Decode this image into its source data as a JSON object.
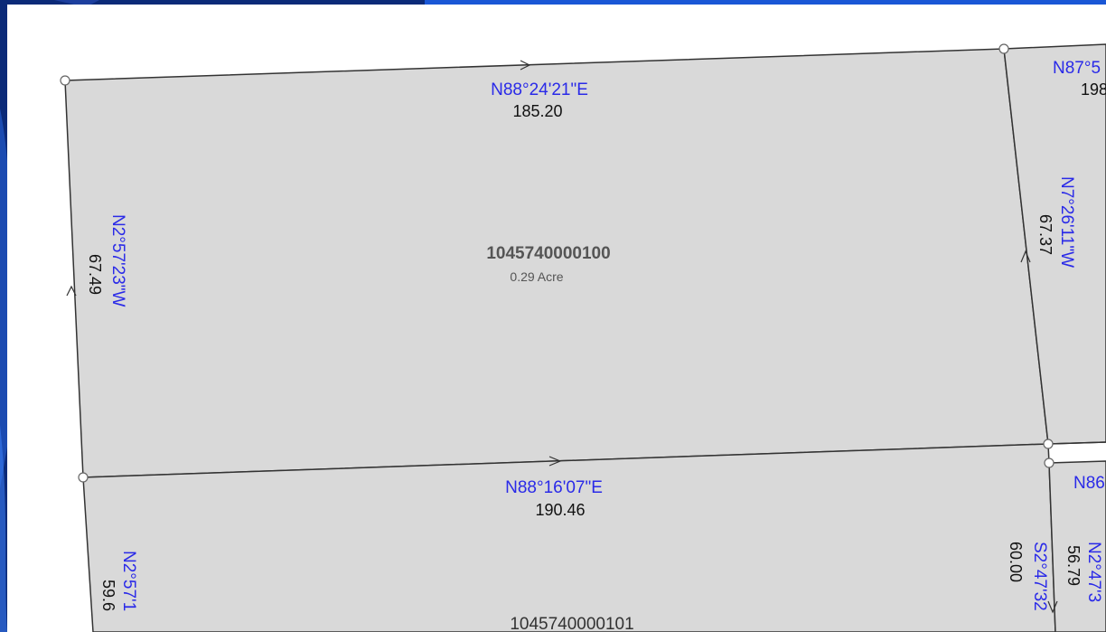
{
  "colors": {
    "parcel_fill": "#d9d9d9",
    "parcel_line": "#333333",
    "bearing_text": "#2a2ae8",
    "distance_text": "#111111",
    "id_text": "#555555",
    "frame_blue": "#1a57d6"
  },
  "parcels": [
    {
      "id": "1045740000100",
      "area": "0.29 Acre",
      "top": {
        "bearing": "N88°24'21\"E",
        "distance": "185.20"
      },
      "left": {
        "bearing": "N2°57'23\"W",
        "distance": "67.49"
      },
      "right": {
        "bearing": "N7°26'11\"W",
        "distance": "67.37"
      },
      "bottom": {
        "bearing": "N88°16'07\"E",
        "distance": "190.46"
      }
    },
    {
      "id": "1045740000101",
      "left": {
        "bearing": "N2°57'1",
        "distance": "59.6"
      },
      "right": {
        "bearing": "S2°47'32",
        "distance": "60.00"
      }
    }
  ],
  "partial_labels": {
    "top_right_bearing": "N87°5",
    "top_right_distance": "198",
    "mid_right_bearing": "N86",
    "far_right_bearing": "N2°47'3",
    "far_right_distance": "56.79"
  }
}
